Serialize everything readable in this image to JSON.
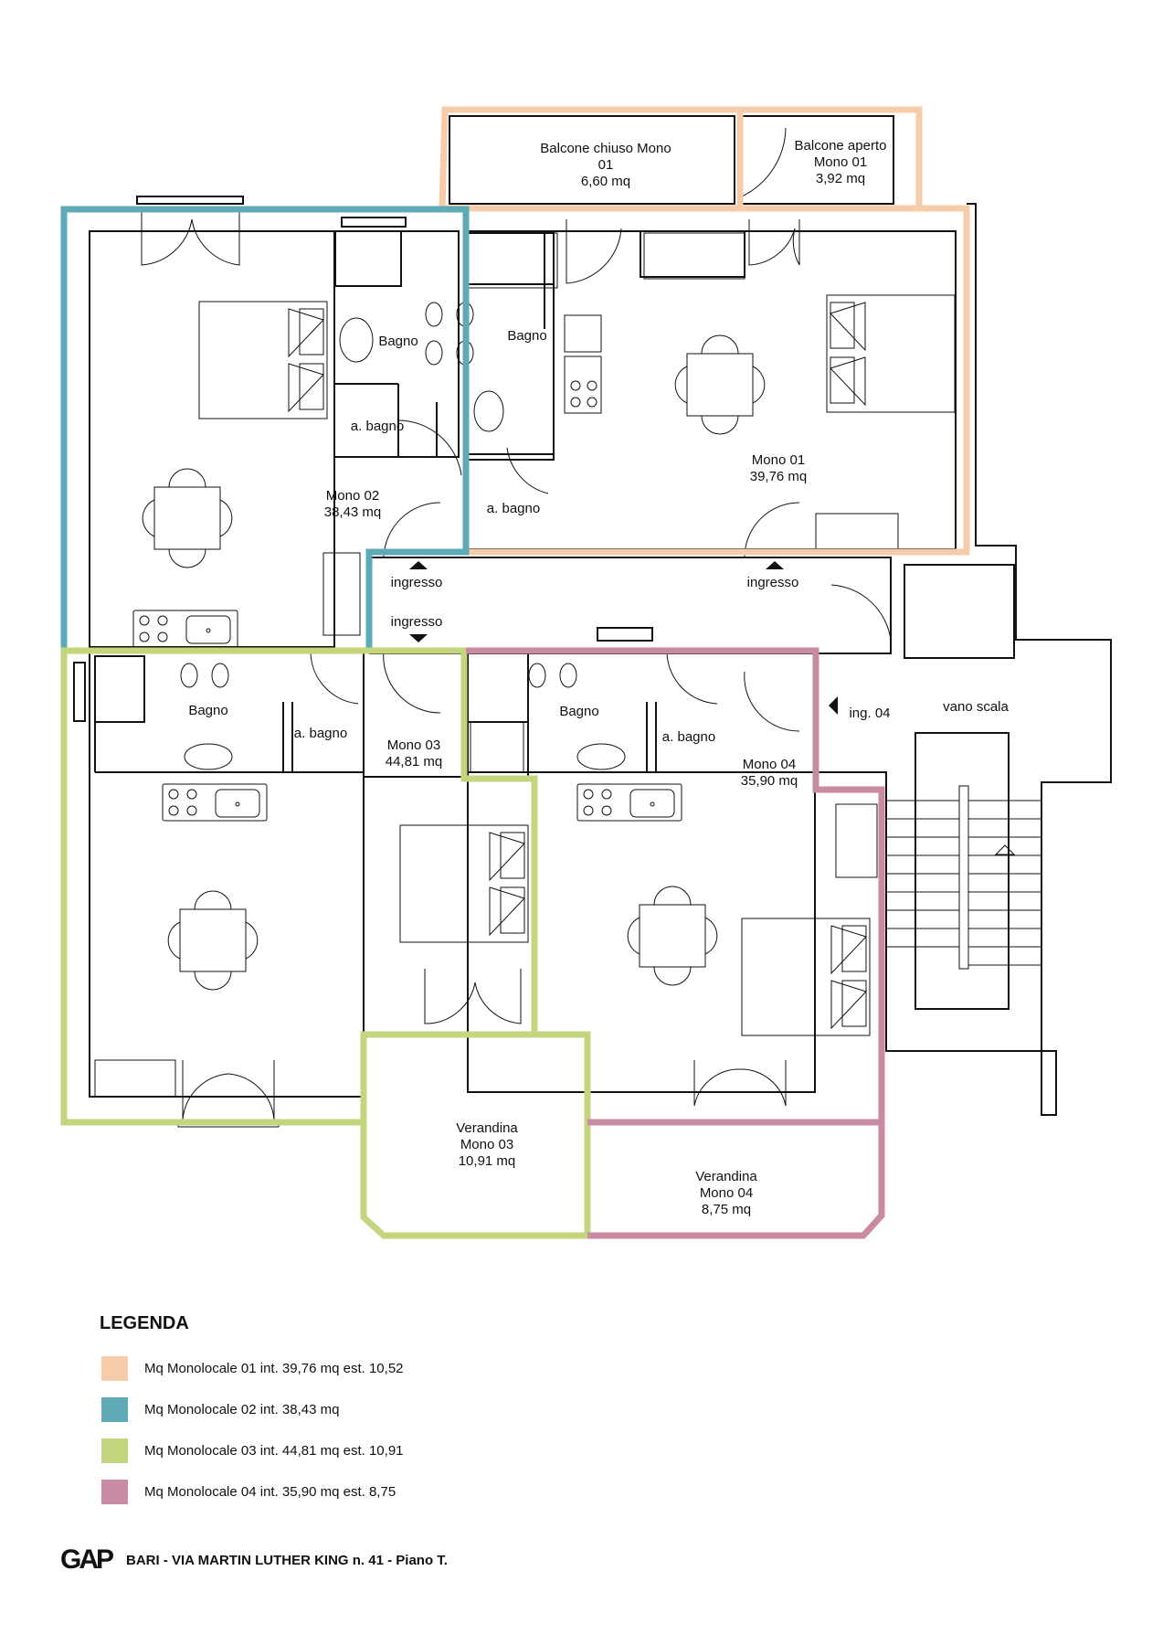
{
  "colors": {
    "mono01": "#f7ccaa",
    "mono02": "#5faab7",
    "mono03": "#c3d67e",
    "mono04": "#c98aa4",
    "wall": "#111111"
  },
  "rooms": {
    "balcone_chiuso": [
      "Balcone chiuso Mono",
      "01",
      "6,60 mq"
    ],
    "balcone_aperto": [
      "Balcone aperto",
      "Mono 01",
      "3,92 mq"
    ],
    "mono01": [
      "Mono 01",
      "39,76 mq"
    ],
    "mono02": [
      "Mono 02",
      "38,43 mq"
    ],
    "mono03": [
      "Mono 03",
      "44,81 mq"
    ],
    "mono04": [
      "Mono 04",
      "35,90 mq"
    ],
    "verandina03": [
      "Verandina",
      "Mono 03",
      "10,91 mq"
    ],
    "verandina04": [
      "Verandina",
      "Mono 04",
      "8,75 mq"
    ],
    "bagno_02": "Bagno",
    "bagno_01": "Bagno",
    "bagno_03": "Bagno",
    "bagno_04": "Bagno",
    "abagno_02": "a. bagno",
    "abagno_01": "a. bagno",
    "abagno_03": "a. bagno",
    "abagno_04": "a. bagno",
    "ingresso_02": "ingresso",
    "ingresso_01": "ingresso",
    "ingresso_03": "ingresso",
    "ing_04": "ing. 04",
    "vano_scala": "vano scala"
  },
  "legend": {
    "title": "LEGENDA",
    "items": [
      {
        "text": "Mq Monolocale 01 int. 39,76 mq est. 10,52",
        "color": "#f7ccaa"
      },
      {
        "text": "Mq Monolocale 02 int. 38,43 mq",
        "color": "#5faab7"
      },
      {
        "text": "Mq Monolocale 03 int. 44,81 mq est. 10,91",
        "color": "#c3d67e"
      },
      {
        "text": "Mq Monolocale 04 int. 35,90 mq est. 8,75",
        "color": "#c98aa4"
      }
    ]
  },
  "footer": {
    "logo": "GAP",
    "address": "BARI - VIA MARTIN LUTHER KING n. 41 - Piano T."
  }
}
